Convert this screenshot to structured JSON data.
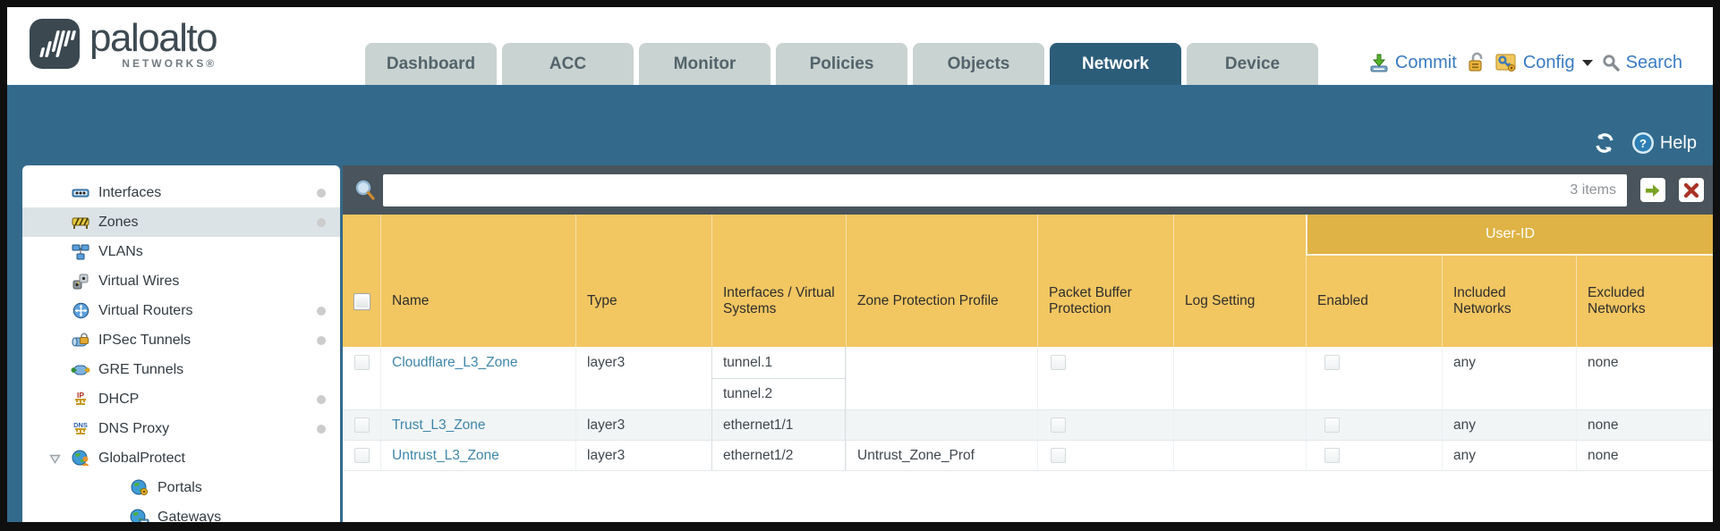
{
  "brand": {
    "name": "paloalto",
    "sub": "NETWORKS®"
  },
  "nav": {
    "tabs": [
      {
        "label": "Dashboard",
        "active": false
      },
      {
        "label": "ACC",
        "active": false
      },
      {
        "label": "Monitor",
        "active": false
      },
      {
        "label": "Policies",
        "active": false
      },
      {
        "label": "Objects",
        "active": false
      },
      {
        "label": "Network",
        "active": true
      },
      {
        "label": "Device",
        "active": false
      }
    ]
  },
  "utilities": {
    "commit": "Commit",
    "config": "Config",
    "search": "Search",
    "help": "Help"
  },
  "filter": {
    "value": "",
    "count": "3 items"
  },
  "icons": [
    "commit-icon",
    "lock-icon",
    "config-icon",
    "search-icon",
    "refresh-icon",
    "help-icon",
    "magnifier-icon",
    "go-arrow-icon",
    "clear-x-icon"
  ],
  "sidebar": {
    "items": [
      {
        "label": "Interfaces",
        "icon": "interfaces-icon",
        "dot": true,
        "selected": false,
        "child": false,
        "expanded": null
      },
      {
        "label": "Zones",
        "icon": "zones-icon",
        "dot": true,
        "selected": true,
        "child": false,
        "expanded": null
      },
      {
        "label": "VLANs",
        "icon": "vlans-icon",
        "dot": false,
        "selected": false,
        "child": false,
        "expanded": null
      },
      {
        "label": "Virtual Wires",
        "icon": "virtual-wires-icon",
        "dot": false,
        "selected": false,
        "child": false,
        "expanded": null
      },
      {
        "label": "Virtual Routers",
        "icon": "virtual-routers-icon",
        "dot": true,
        "selected": false,
        "child": false,
        "expanded": null
      },
      {
        "label": "IPSec Tunnels",
        "icon": "ipsec-tunnels-icon",
        "dot": true,
        "selected": false,
        "child": false,
        "expanded": null
      },
      {
        "label": "GRE Tunnels",
        "icon": "gre-tunnels-icon",
        "dot": false,
        "selected": false,
        "child": false,
        "expanded": null
      },
      {
        "label": "DHCP",
        "icon": "dhcp-icon",
        "dot": true,
        "selected": false,
        "child": false,
        "expanded": null
      },
      {
        "label": "DNS Proxy",
        "icon": "dns-proxy-icon",
        "dot": true,
        "selected": false,
        "child": false,
        "expanded": null
      },
      {
        "label": "GlobalProtect",
        "icon": "globalprotect-icon",
        "dot": false,
        "selected": false,
        "child": false,
        "expanded": true
      },
      {
        "label": "Portals",
        "icon": "portals-icon",
        "dot": false,
        "selected": false,
        "child": true,
        "expanded": null
      },
      {
        "label": "Gateways",
        "icon": "gateways-icon",
        "dot": false,
        "selected": false,
        "child": true,
        "expanded": null
      }
    ]
  },
  "table": {
    "group": {
      "label": "User-ID"
    },
    "columns": [
      {
        "key": "select",
        "label": ""
      },
      {
        "key": "name",
        "label": "Name"
      },
      {
        "key": "type",
        "label": "Type"
      },
      {
        "key": "interfaces",
        "label": "Interfaces / Virtual Systems"
      },
      {
        "key": "zone_protection_profile",
        "label": "Zone Protection Profile"
      },
      {
        "key": "packet_buffer_protection",
        "label": "Packet Buffer Protection"
      },
      {
        "key": "log_setting",
        "label": "Log Setting"
      },
      {
        "key": "enabled",
        "label": "Enabled"
      },
      {
        "key": "included_networks",
        "label": "Included Networks"
      },
      {
        "key": "excluded_networks",
        "label": "Excluded Networks"
      }
    ],
    "rows": [
      {
        "name": "Cloudflare_L3_Zone",
        "type": "layer3",
        "interfaces": [
          "tunnel.1",
          "tunnel.2"
        ],
        "zone_protection_profile": "",
        "packet_buffer_protection": false,
        "log_setting": "",
        "enabled": false,
        "included_networks": "any",
        "excluded_networks": "none"
      },
      {
        "name": "Trust_L3_Zone",
        "type": "layer3",
        "interfaces": [
          "ethernet1/1"
        ],
        "zone_protection_profile": "",
        "packet_buffer_protection": false,
        "log_setting": "",
        "enabled": false,
        "included_networks": "any",
        "excluded_networks": "none"
      },
      {
        "name": "Untrust_L3_Zone",
        "type": "layer3",
        "interfaces": [
          "ethernet1/2"
        ],
        "zone_protection_profile": "Untrust_Zone_Prof",
        "packet_buffer_protection": false,
        "log_setting": "",
        "enabled": false,
        "included_networks": "any",
        "excluded_networks": "none"
      }
    ]
  },
  "colors": {
    "teal_band": "#336a8c",
    "slate_bar": "#49545c",
    "header_gold": "#f2c661",
    "header_gold_dark": "#dfb345",
    "link_blue": "#3e86aa",
    "tab_inactive": "#c9d3d1",
    "tab_active": "#2b5d79",
    "util_blue": "#3a7cc2"
  }
}
